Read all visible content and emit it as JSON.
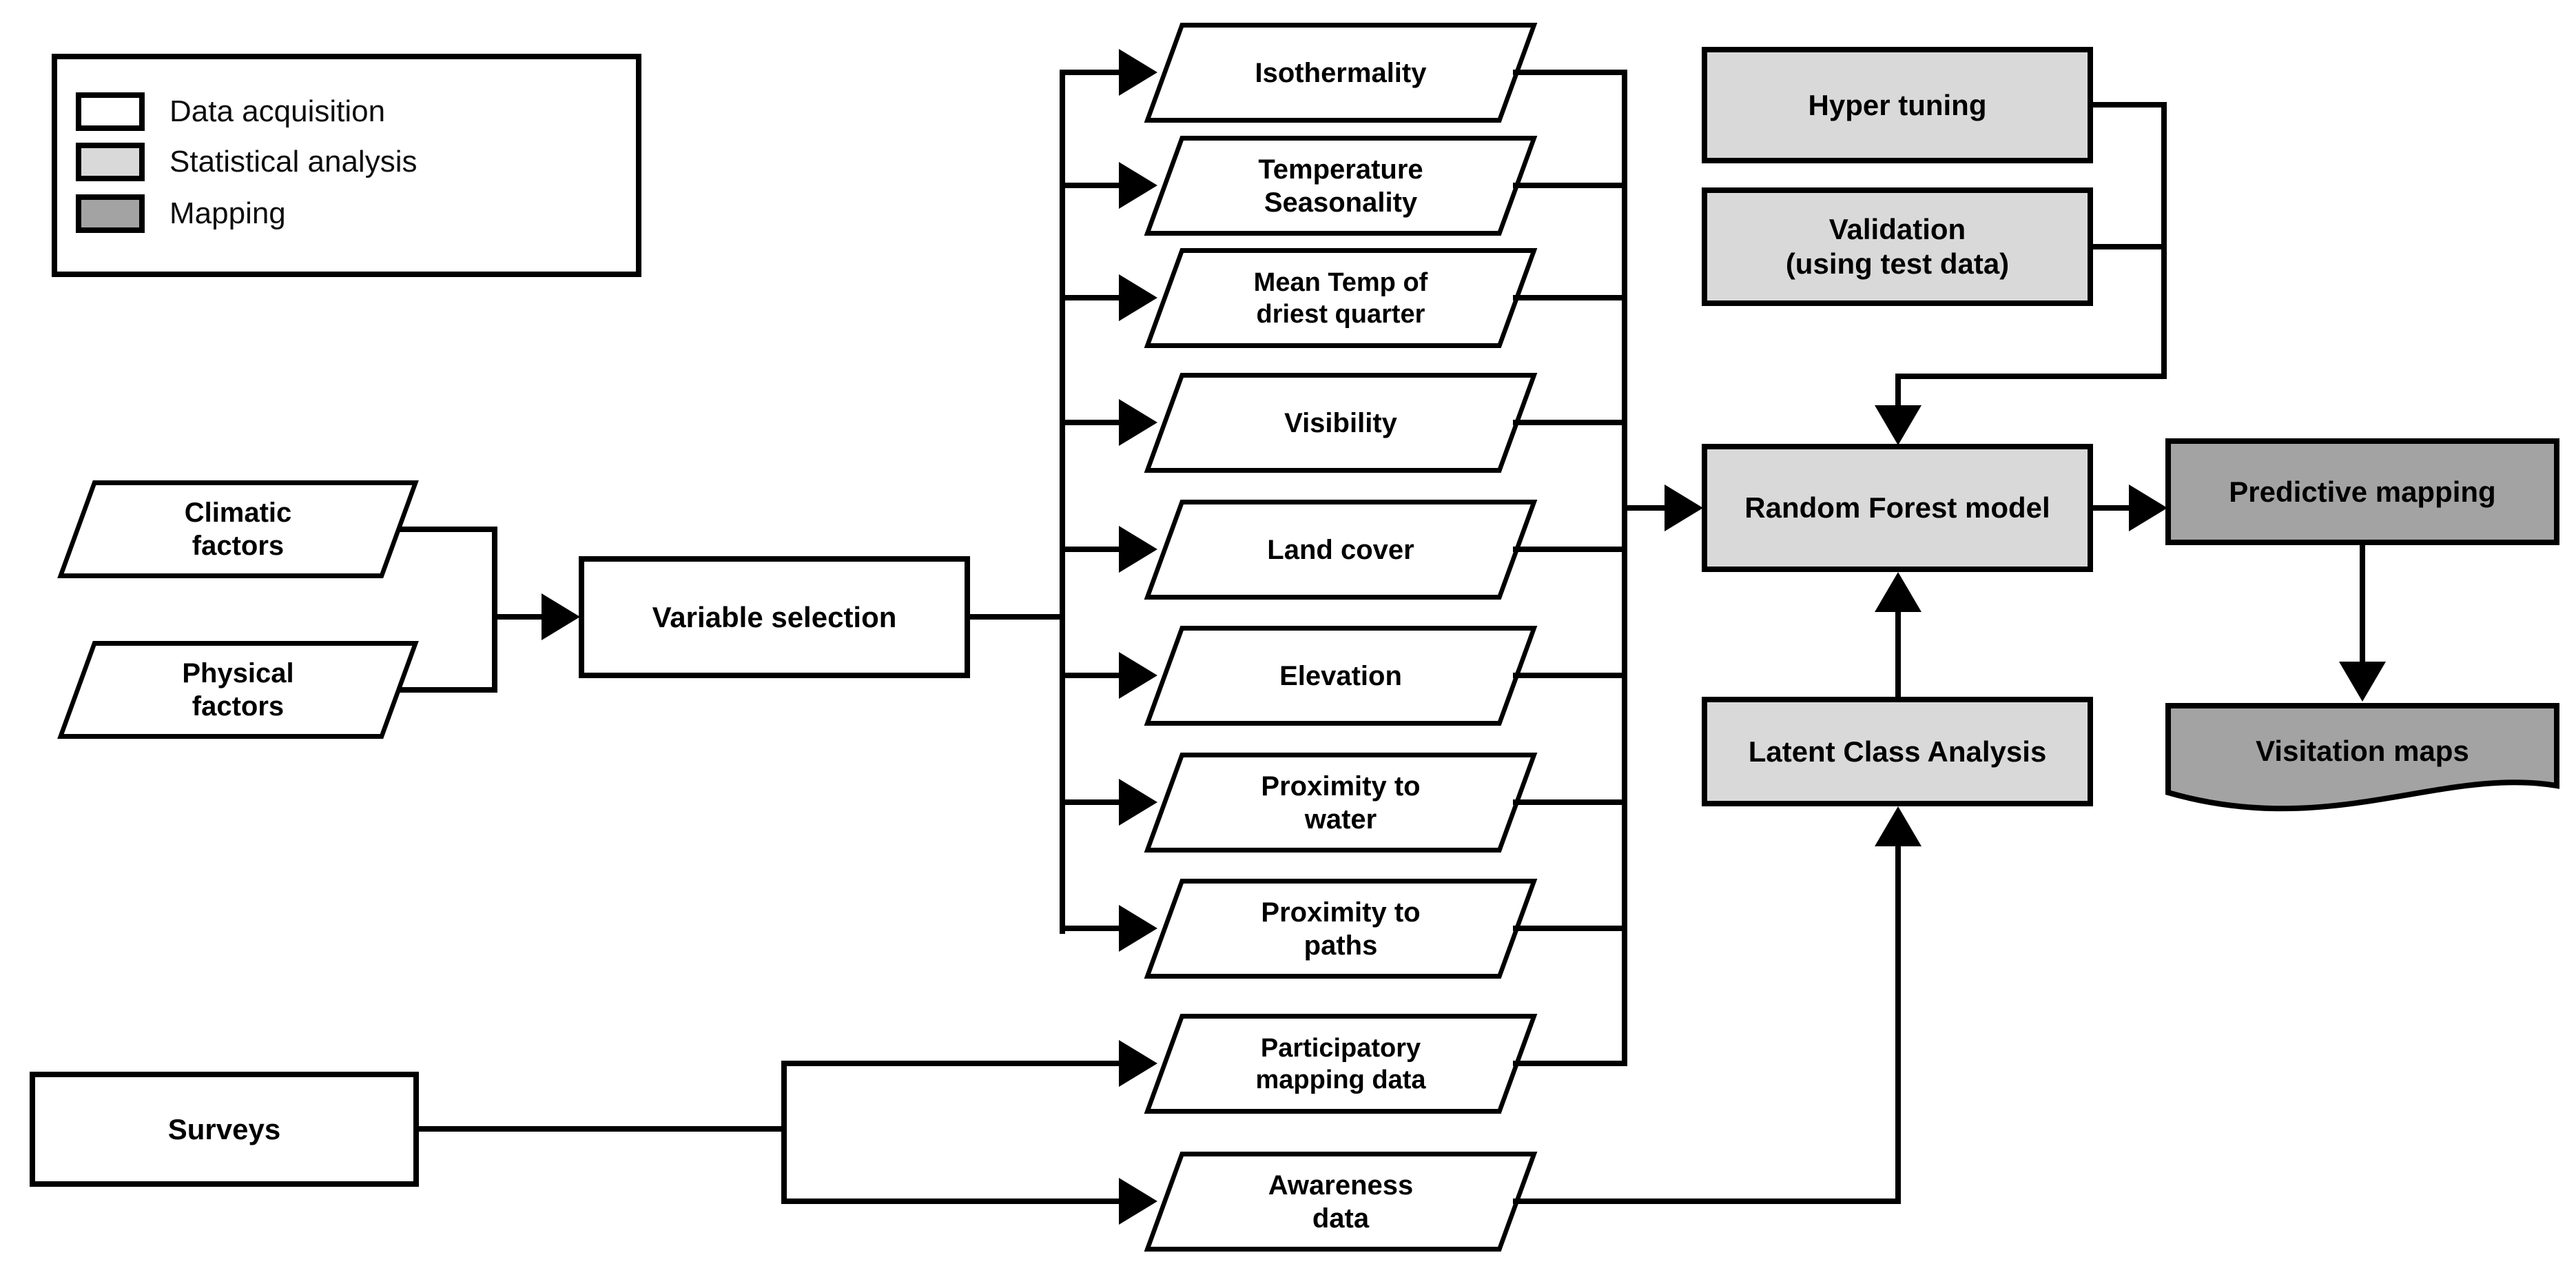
{
  "diagram": {
    "title_hint": "Research workflow flowchart",
    "colors": {
      "data_acquisition": "#ffffff",
      "statistical_analysis": "#d9d9d9",
      "mapping": "#a3a3a3",
      "line": "#000000"
    },
    "legend": {
      "items": [
        {
          "label": "Data acquisition",
          "color": "#ffffff"
        },
        {
          "label": "Statistical analysis",
          "color": "#d9d9d9"
        },
        {
          "label": "Mapping",
          "color": "#a3a3a3"
        }
      ]
    },
    "nodes": {
      "climatic_factors": {
        "label": "Climatic\nfactors",
        "type": "data-parallelogram"
      },
      "physical_factors": {
        "label": "Physical\nfactors",
        "type": "data-parallelogram"
      },
      "surveys": {
        "label": "Surveys",
        "type": "data-rect"
      },
      "variable_selection": {
        "label": "Variable selection",
        "type": "data-rect"
      },
      "isothermality": {
        "label": "Isothermality",
        "type": "data-parallelogram"
      },
      "temperature_seasonality": {
        "label": "Temperature\nSeasonality",
        "type": "data-parallelogram"
      },
      "mean_temp_driest_quarter": {
        "label": "Mean Temp of\ndriest quarter",
        "type": "data-parallelogram"
      },
      "visibility": {
        "label": "Visibility",
        "type": "data-parallelogram"
      },
      "land_cover": {
        "label": "Land cover",
        "type": "data-parallelogram"
      },
      "elevation": {
        "label": "Elevation",
        "type": "data-parallelogram"
      },
      "proximity_to_water": {
        "label": "Proximity to\nwater",
        "type": "data-parallelogram"
      },
      "proximity_to_paths": {
        "label": "Proximity to\npaths",
        "type": "data-parallelogram"
      },
      "participatory_mapping_data": {
        "label": "Participatory\nmapping data",
        "type": "data-parallelogram"
      },
      "awareness_data": {
        "label": "Awareness\ndata",
        "type": "data-parallelogram"
      },
      "hyper_tuning": {
        "label": "Hyper tuning",
        "type": "statistical-rect"
      },
      "validation": {
        "label": "Validation\n(using test data)",
        "type": "statistical-rect"
      },
      "random_forest_model": {
        "label": "Random Forest model",
        "type": "statistical-rect"
      },
      "latent_class_analysis": {
        "label": "Latent Class Analysis",
        "type": "statistical-rect"
      },
      "predictive_mapping": {
        "label": "Predictive mapping",
        "type": "mapping-rect"
      },
      "visitation_maps": {
        "label": "Visitation maps",
        "type": "mapping-document"
      }
    },
    "edges": [
      "climatic_factors -> variable_selection",
      "physical_factors -> variable_selection",
      "variable_selection -> isothermality..proximity_to_paths",
      "surveys -> participatory_mapping_data",
      "surveys -> awareness_data",
      "isothermality..participatory_mapping_data -> random_forest_model",
      "hyper_tuning -> random_forest_model",
      "validation -> random_forest_model",
      "awareness_data -> latent_class_analysis",
      "latent_class_analysis -> random_forest_model",
      "random_forest_model -> predictive_mapping",
      "predictive_mapping -> visitation_maps"
    ]
  }
}
